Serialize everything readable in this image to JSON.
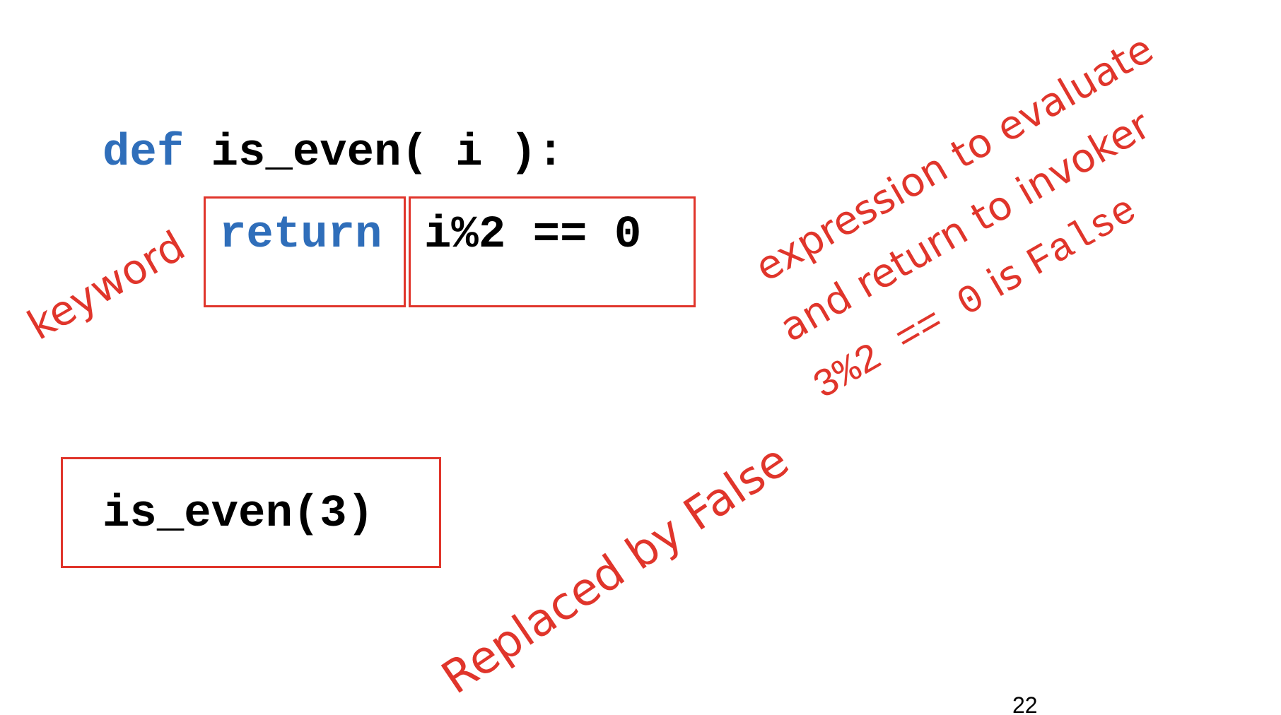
{
  "code": {
    "def_keyword": "def",
    "signature": " is_even( i ):",
    "return_keyword": "return",
    "return_expr": "i%2 == 0",
    "call": "is_even(3)"
  },
  "annotations": {
    "keyword": "keyword",
    "expr_line1": "expression to evaluate",
    "expr_line2": "and return to invoker",
    "eval_expr": "3%2 == 0",
    "eval_is": "is",
    "eval_result": "False",
    "replaced": "Replaced by False"
  },
  "page_number": "22",
  "colors": {
    "keyword_blue": "#2f6eba",
    "annotation_red": "#e0352b"
  }
}
